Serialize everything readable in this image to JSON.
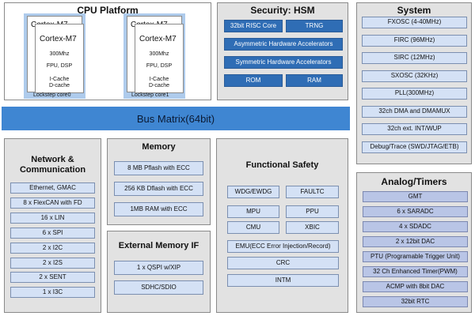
{
  "cpu": {
    "title": "CPU Platform",
    "cores": [
      {
        "back_title": "Cortex-M7",
        "front_title": "Cortex-M7",
        "freq": "300Mhz",
        "fpu": "FPU, DSP",
        "icache": "I-Cache",
        "dcache": "D-cache",
        "label": "Lockstep core0"
      },
      {
        "back_title": "Cortex-M7",
        "front_title": "Cortex-M7",
        "freq": "300Mhz",
        "fpu": "FPU, DSP",
        "icache": "I-Cache",
        "dcache": "D-cache",
        "label": "Lockstep core1"
      }
    ]
  },
  "hsm": {
    "title": "Security: HSM",
    "risc": "32bit RISC Core",
    "trng": "TRNG",
    "asym": "Asymmetric Hardware Accelerators",
    "sym": "Symmetric Hardware Accelerators",
    "rom": "ROM",
    "ram": "RAM"
  },
  "system": {
    "title": "System",
    "items": [
      "FXOSC (4-40MHz)",
      "FIRC (96MHz)",
      "SIRC (12MHz)",
      "SXOSC (32KHz)",
      "PLL(300MHz)",
      "32ch DMA and DMAMUX",
      "32ch ext. INT/WUP",
      "Debug/Trace (SWD/JTAG/ETB)"
    ]
  },
  "bus": {
    "label": "Bus Matrix(64bit)"
  },
  "network": {
    "title": "Network & Communication",
    "items": [
      "Ethernet, GMAC",
      "8 x FlexCAN with FD",
      "16 x LIN",
      "6 x SPI",
      "2 x I2C",
      "2 x I2S",
      "2 x SENT",
      "1 x I3C"
    ]
  },
  "memory": {
    "title": "Memory",
    "items": [
      "8 MB Pflash with ECC",
      "256 KB Dflash with ECC",
      "1MB RAM with ECC"
    ]
  },
  "extmem": {
    "title": "External Memory IF",
    "items": [
      "1 x QSPI w/XIP",
      "SDHC/SDIO"
    ]
  },
  "safety": {
    "title": "Functional Safety",
    "wdg": "WDG/EWDG",
    "faultc": "FAULTC",
    "mpu": "MPU",
    "ppu": "PPU",
    "cmu": "CMU",
    "xbic": "XBIC",
    "emu": "EMU(ECC Error Injection/Record)",
    "crc": "CRC",
    "intm": "INTM"
  },
  "analog": {
    "title": "Analog/Timers",
    "items": [
      "GMT",
      "6 x SARADC",
      "4 x SDADC",
      "2 x 12bit DAC",
      "PTU (Programable Trigger Unit)",
      "32 Ch Enhanced Timer(PWM)",
      "ACMP with 8bit DAC",
      "32bit RTC"
    ]
  },
  "colors": {
    "panel_gray": "#e2e2e2",
    "cell_light_blue": "#d4e1f5",
    "cell_dark_blue": "#2f6db5",
    "cell_periwinkle": "#b9c5e6",
    "bus_blue": "#3f86d2",
    "cpu_bg": "#aecbec"
  }
}
